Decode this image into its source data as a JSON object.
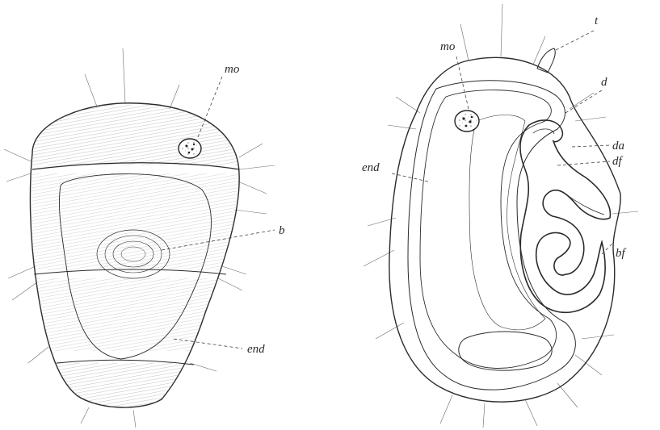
{
  "figure": {
    "left_specimen": {
      "labels": {
        "mo": "mo",
        "b": "b",
        "end": "end"
      }
    },
    "right_specimen": {
      "labels": {
        "mo": "mo",
        "t": "t",
        "d": "d",
        "da": "da",
        "df": "df",
        "end": "end",
        "bf": "bf"
      }
    }
  }
}
